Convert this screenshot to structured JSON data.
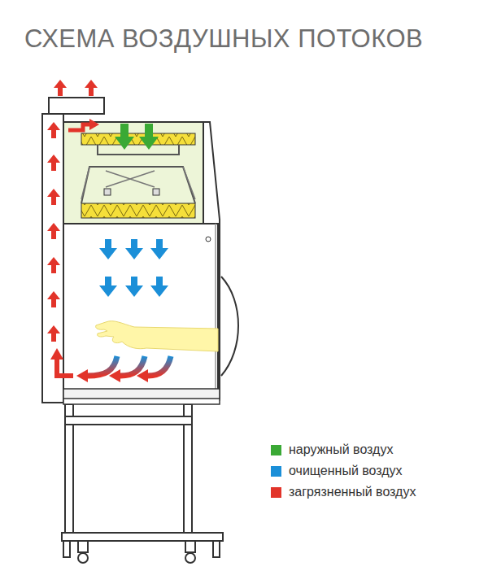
{
  "diagram": {
    "title": "СХЕМА ВОЗДУШНЫХ ПОТОКОВ",
    "legend": [
      {
        "text": "наружный воздух",
        "color": "#3aa935"
      },
      {
        "text": "очищенный воздух",
        "color": "#1b8fd8"
      },
      {
        "text": "загрязненный воздух",
        "color": "#e2342a"
      }
    ]
  }
}
